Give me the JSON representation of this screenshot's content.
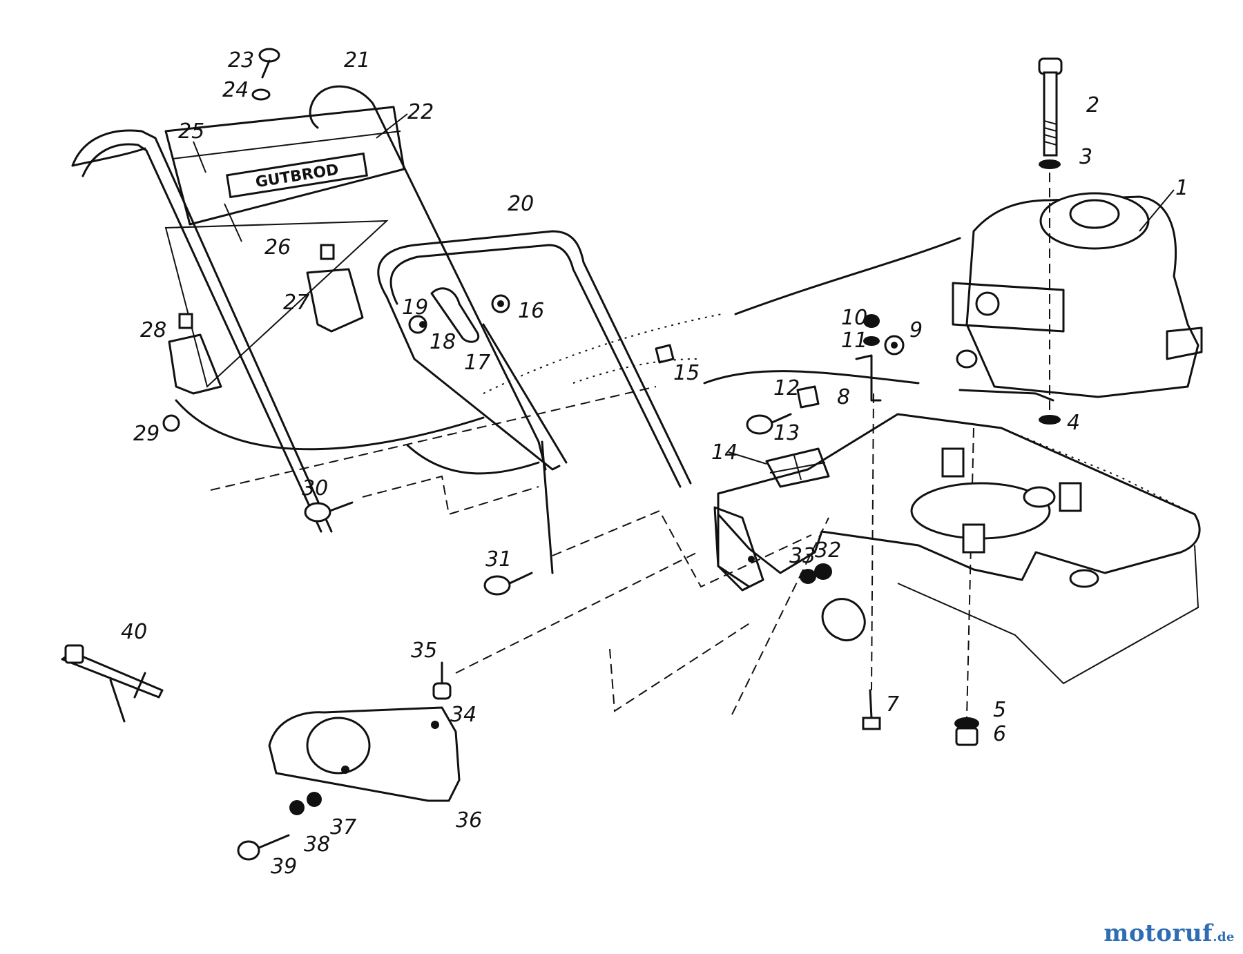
{
  "diagram": {
    "brand_on_handle": "GUTBROD",
    "labels": [
      "1",
      "2",
      "3",
      "4",
      "5",
      "6",
      "7",
      "8",
      "9",
      "10",
      "11",
      "12",
      "13",
      "14",
      "15",
      "16",
      "17",
      "18",
      "19",
      "20",
      "21",
      "22",
      "23",
      "24",
      "25",
      "26",
      "27",
      "28",
      "29",
      "30",
      "31",
      "32",
      "33",
      "34",
      "35",
      "36",
      "37",
      "38",
      "39",
      "40"
    ]
  },
  "watermark": {
    "main": "motoruf",
    "tld": ".de"
  }
}
